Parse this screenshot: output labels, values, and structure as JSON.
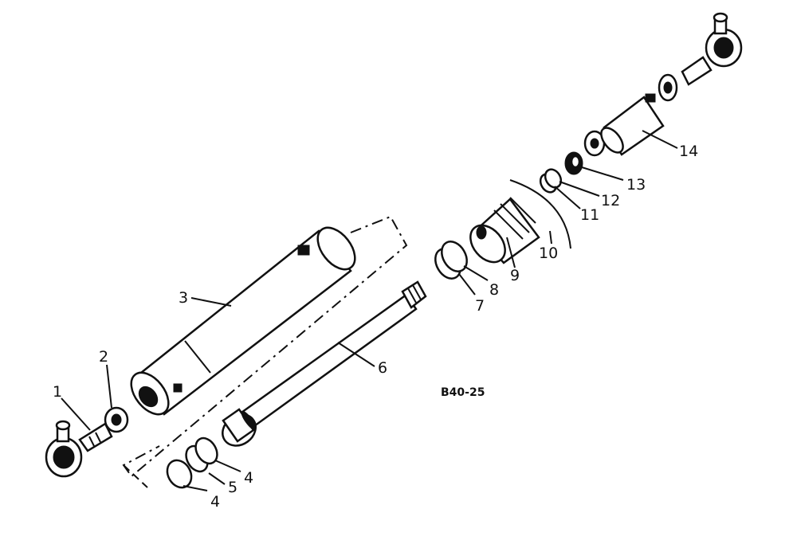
{
  "drawing_code": "B40-25",
  "callouts": [
    "1",
    "2",
    "3",
    "4",
    "5",
    "4",
    "6",
    "7",
    "8",
    "9",
    "10",
    "11",
    "12",
    "13",
    "14"
  ],
  "ink_color": "#111111",
  "background": "#ffffff"
}
